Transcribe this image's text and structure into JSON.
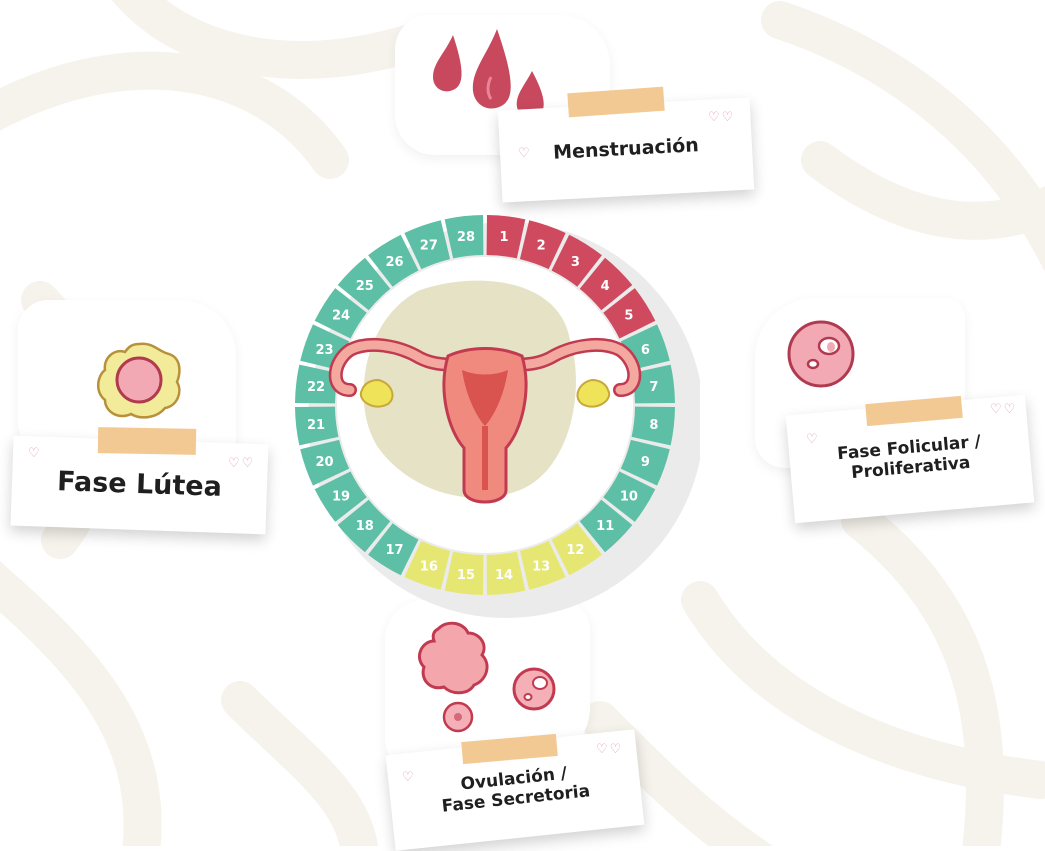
{
  "colors": {
    "menstruation": "#cf4a5e",
    "follicular": "#5cbfa6",
    "ovulation": "#e6e773",
    "luteal": "#5cbfa6",
    "uterus": "#f08a7e",
    "uterus_dark": "#d9534f",
    "ovary": "#efe35a",
    "tape": "#f2c387",
    "background_pattern": "#f7f5ef"
  },
  "cycle": {
    "days": [
      "1",
      "2",
      "3",
      "4",
      "5",
      "6",
      "7",
      "8",
      "9",
      "10",
      "11",
      "12",
      "13",
      "14",
      "15",
      "16",
      "17",
      "18",
      "19",
      "20",
      "21",
      "22",
      "23",
      "24",
      "25",
      "26",
      "27",
      "28"
    ],
    "ovulation_labels": [
      "12",
      "13",
      "14",
      "15",
      "16"
    ],
    "menstruation_days": [
      1,
      2,
      3,
      4,
      5
    ],
    "ovulation_days": [
      12,
      13,
      14,
      15,
      16
    ]
  },
  "phases": {
    "menstruation": {
      "label": "Menstruación",
      "icon": "blood-drops-icon"
    },
    "follicular": {
      "label": "Fase Folicular /\nProliferativa",
      "icon": "follicle-cell-icon"
    },
    "ovulation": {
      "label": "Ovulación /\nFase Secretoria",
      "icon": "ovum-release-icon"
    },
    "luteal": {
      "label": "Fase Lútea",
      "icon": "corpus-luteum-icon"
    }
  }
}
